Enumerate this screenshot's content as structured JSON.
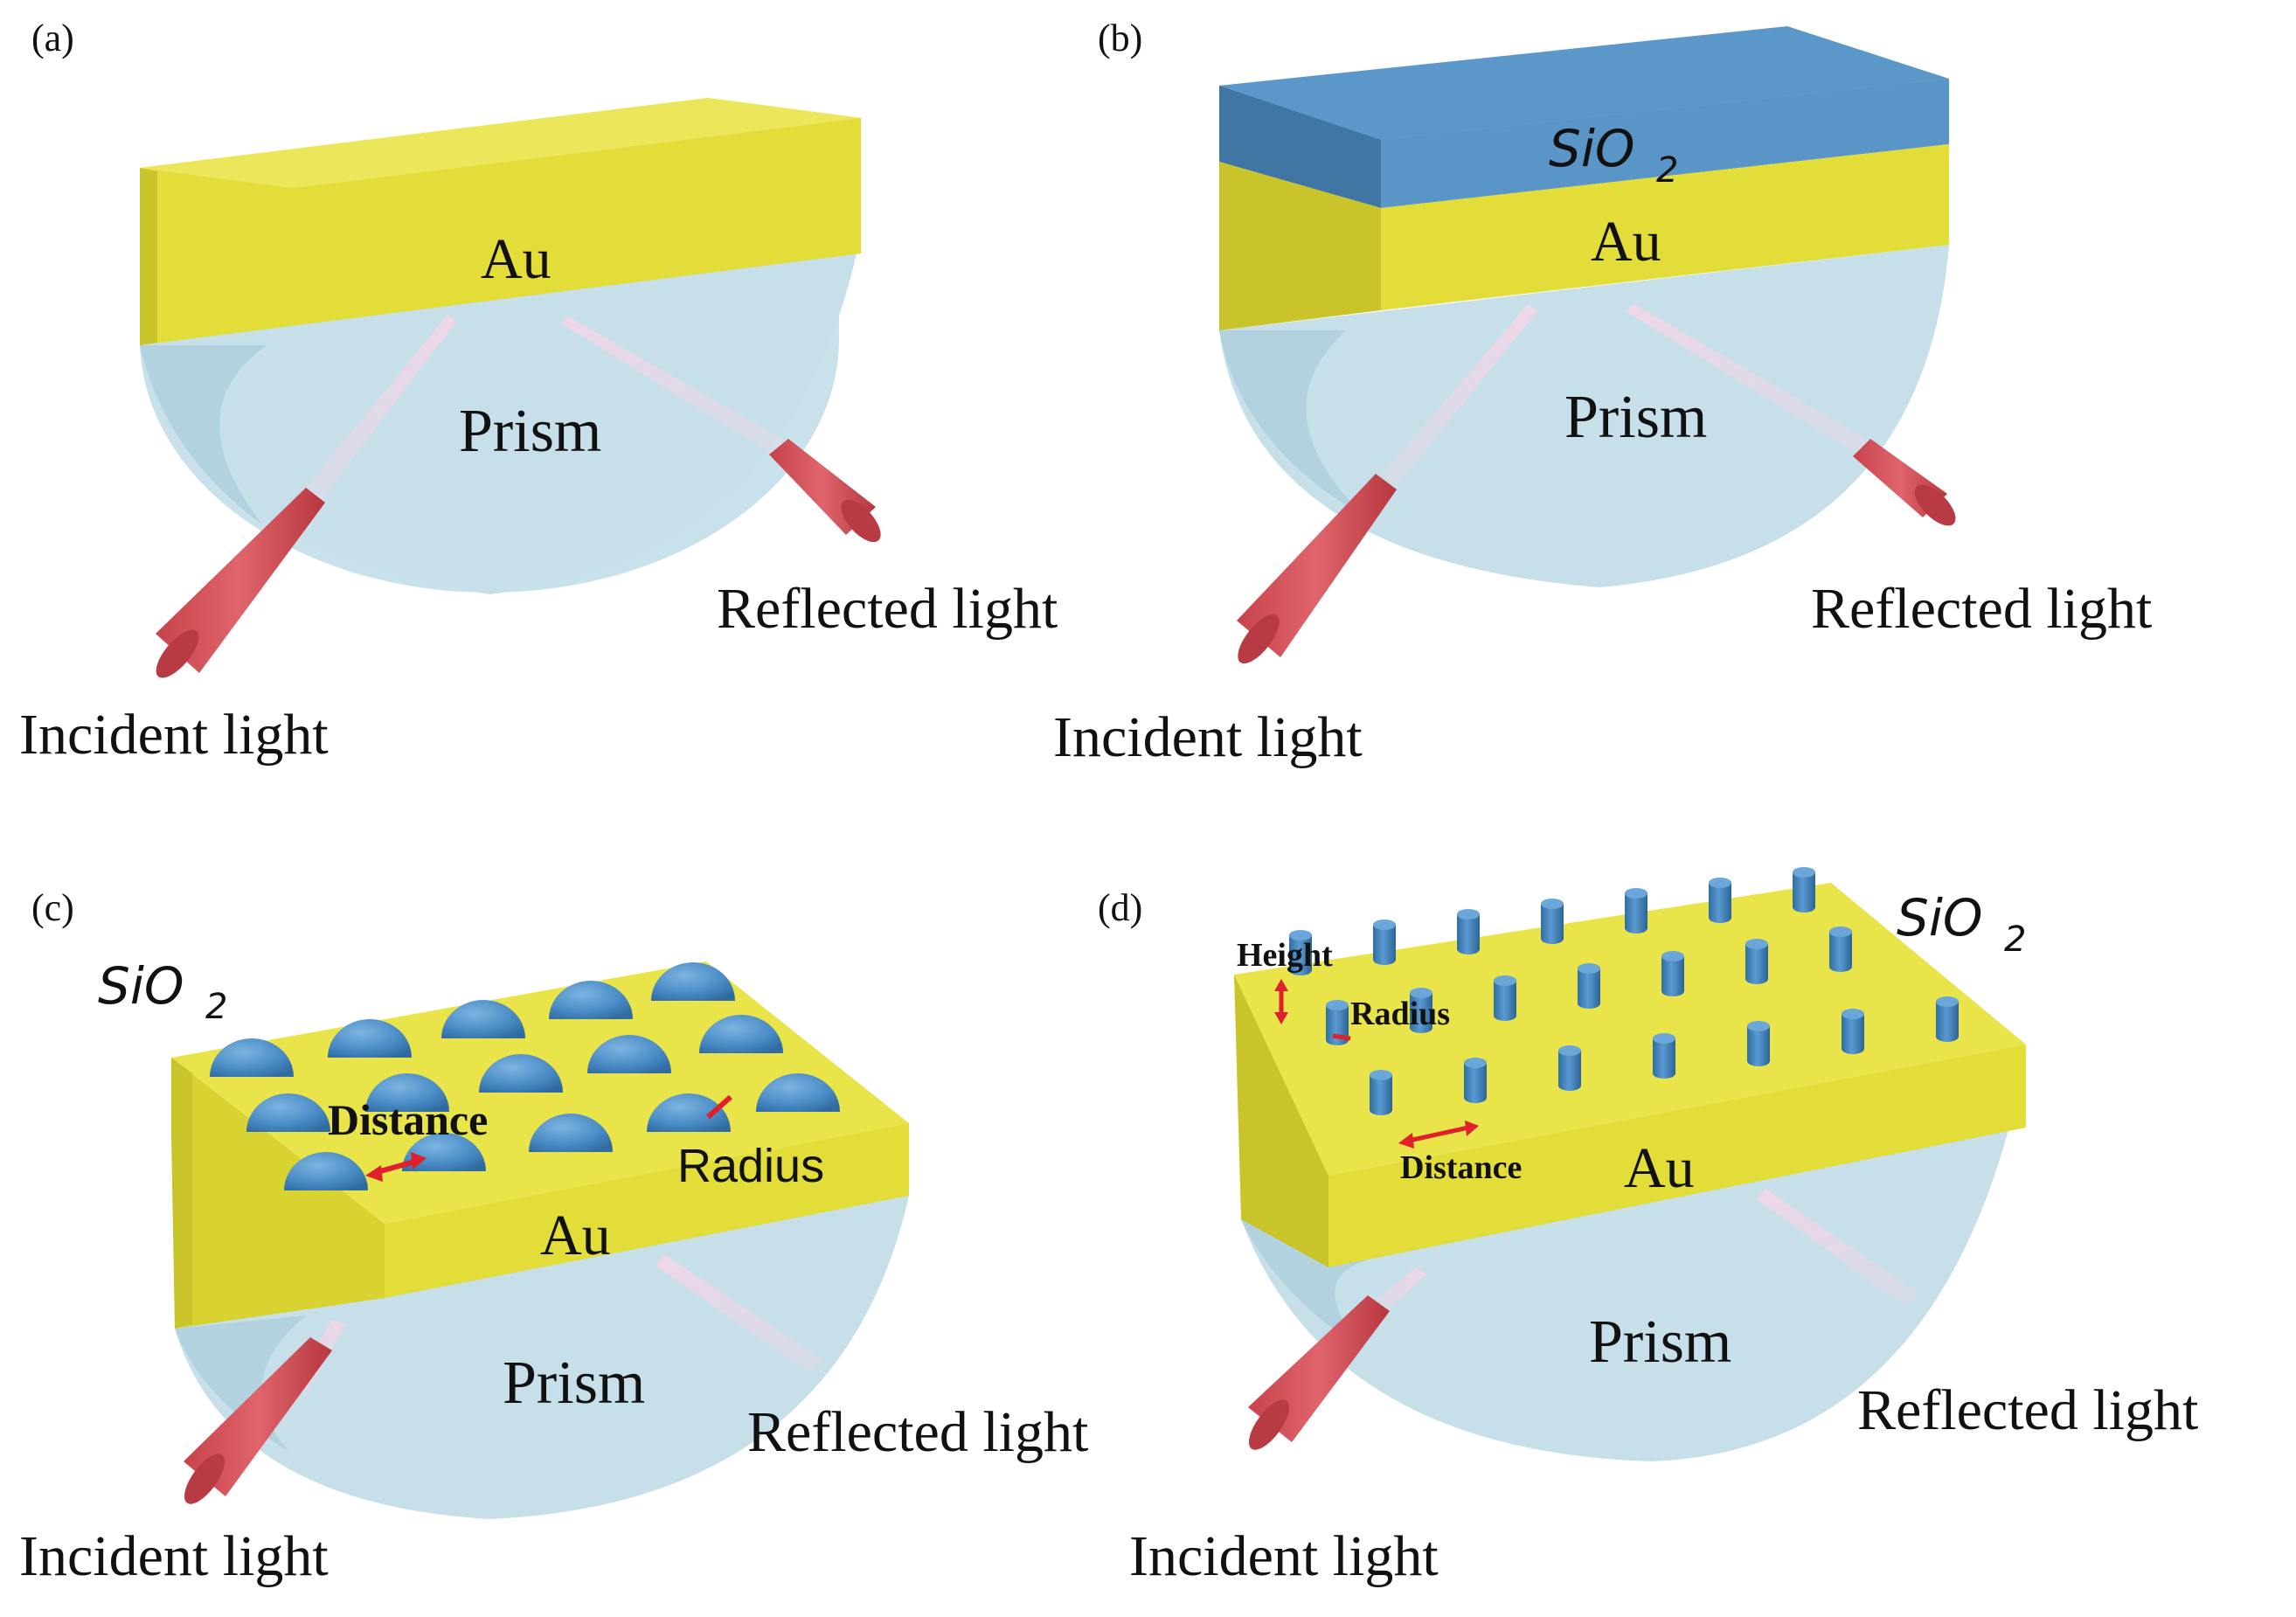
{
  "colors": {
    "gold_top": "#e9e44a",
    "gold_front": "#e2dd38",
    "gold_side": "#c9c42a",
    "prism_fill": "#c6dfe9",
    "prism_edge": "#9ec3d3",
    "sio2_top": "#5b97c8",
    "sio2_front": "#4f8cbf",
    "sio2_side": "#3f76a4",
    "beam_red": "#d9515a",
    "beam_red_dark": "#b83a43",
    "arrow_red": "#e0202a"
  },
  "panels": {
    "a": {
      "panel_label": "(a)",
      "au_label": "Au",
      "prism_label": "Prism",
      "incident_label": "Incident light",
      "reflected_label": "Reflected light"
    },
    "b": {
      "panel_label": "(b)",
      "sio2_label": "SiO",
      "sio2_sub": "2",
      "au_label": "Au",
      "prism_label": "Prism",
      "incident_label": "Incident light",
      "reflected_label": "Reflected light"
    },
    "c": {
      "panel_label": "(c)",
      "sio2_label": "SiO",
      "sio2_sub": "2",
      "distance_label": "Distance",
      "radius_label": "Radius",
      "au_label": "Au",
      "prism_label": "Prism",
      "incident_label": "Incident light",
      "reflected_label": "Reflected light"
    },
    "d": {
      "panel_label": "(d)",
      "sio2_label": "SiO",
      "sio2_sub": "2",
      "height_label": "Height",
      "radius_label": "Radius",
      "distance_label": "Distance",
      "au_label": "Au",
      "prism_label": "Prism",
      "incident_label": "Incident light",
      "reflected_label": "Reflected light"
    }
  }
}
